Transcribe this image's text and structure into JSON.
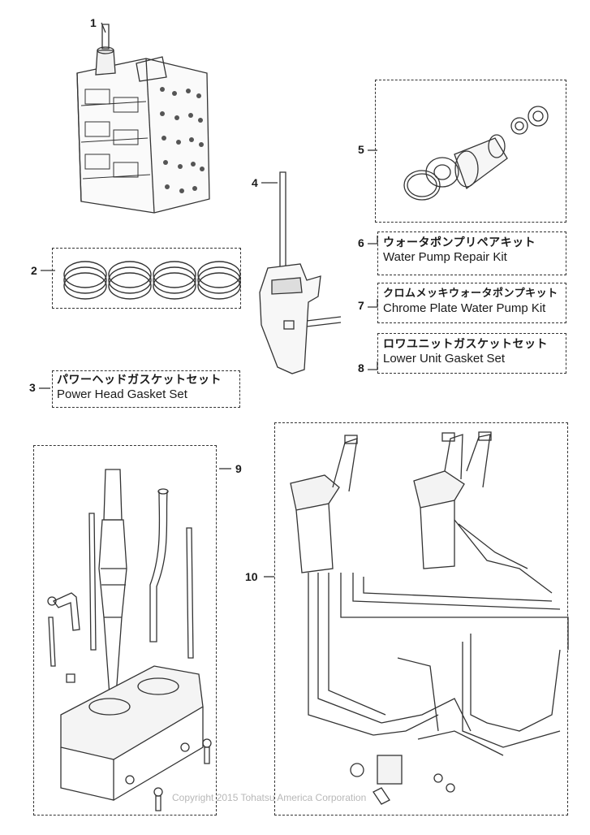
{
  "items": [
    {
      "num": "1"
    },
    {
      "num": "2"
    },
    {
      "num": "3",
      "jp": "パワーヘッドガスケットセット",
      "en": "Power Head Gasket Set"
    },
    {
      "num": "4"
    },
    {
      "num": "5"
    },
    {
      "num": "6",
      "jp": "ウォータポンプリペアキット",
      "en": "Water Pump Repair Kit"
    },
    {
      "num": "7",
      "jp": "クロムメッキウォータポンプキット",
      "en": "Chrome Plate Water Pump Kit"
    },
    {
      "num": "8",
      "jp": "ロワユニットガスケットセット",
      "en": "Lower Unit Gasket Set"
    },
    {
      "num": "9"
    },
    {
      "num": "10"
    }
  ],
  "copyright": "Copyright 2015 Tohatsu America Corporation",
  "colors": {
    "line": "#333333",
    "dash": "#333333",
    "copyright": "#b8b8b8"
  }
}
